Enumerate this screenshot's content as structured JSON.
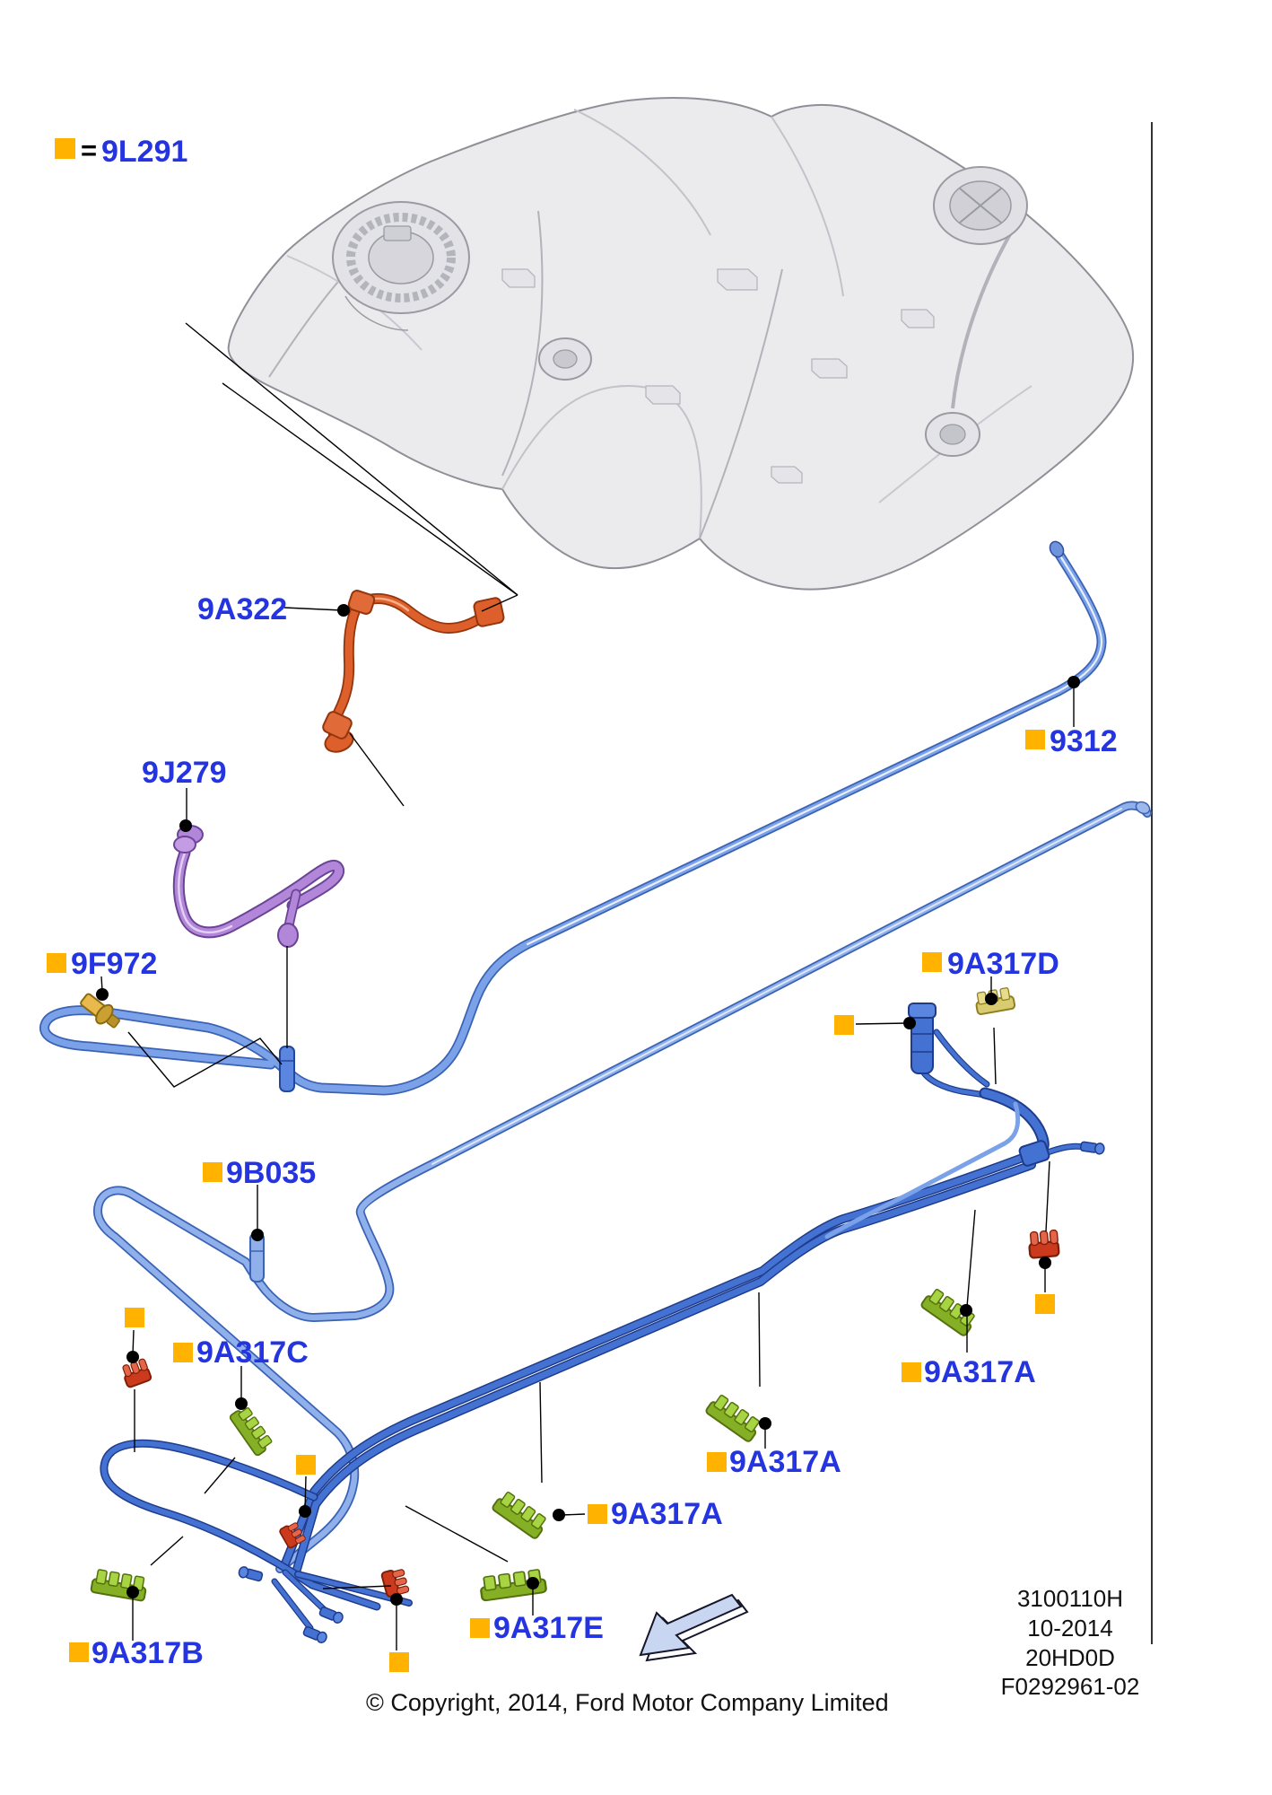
{
  "legend": {
    "equals": "=",
    "code": "9L291"
  },
  "parts": {
    "a322": "9A322",
    "j279": "9J279",
    "f972": "9F972",
    "n9312": "9312",
    "a317d": "9A317D",
    "b035": "9B035",
    "a317c": "9A317C",
    "a317a": "9A317A",
    "a317e": "9A317E",
    "a317b": "9A317B"
  },
  "footer": {
    "line1": "3100110H",
    "line2": "10-2014",
    "line3": "20HD0D",
    "line4": "F0292961-02"
  },
  "copyright": "© Copyright, 2014, Ford Motor Company Limited",
  "colors": {
    "label_blue": "#2334e0",
    "marker_orange": "#ffb300",
    "tube_light_blue": "#8fb0ea",
    "tube_medium_blue": "#4472d2",
    "tube_orange": "#dd5f2b",
    "tube_purple": "#b286d8",
    "clip_green": "#85b025",
    "clip_red": "#cb3a1d",
    "clip_yellow": "#d9cb6f",
    "sensor_yellow": "#e9b94d",
    "arrow_fill": "#c9d6f2"
  }
}
